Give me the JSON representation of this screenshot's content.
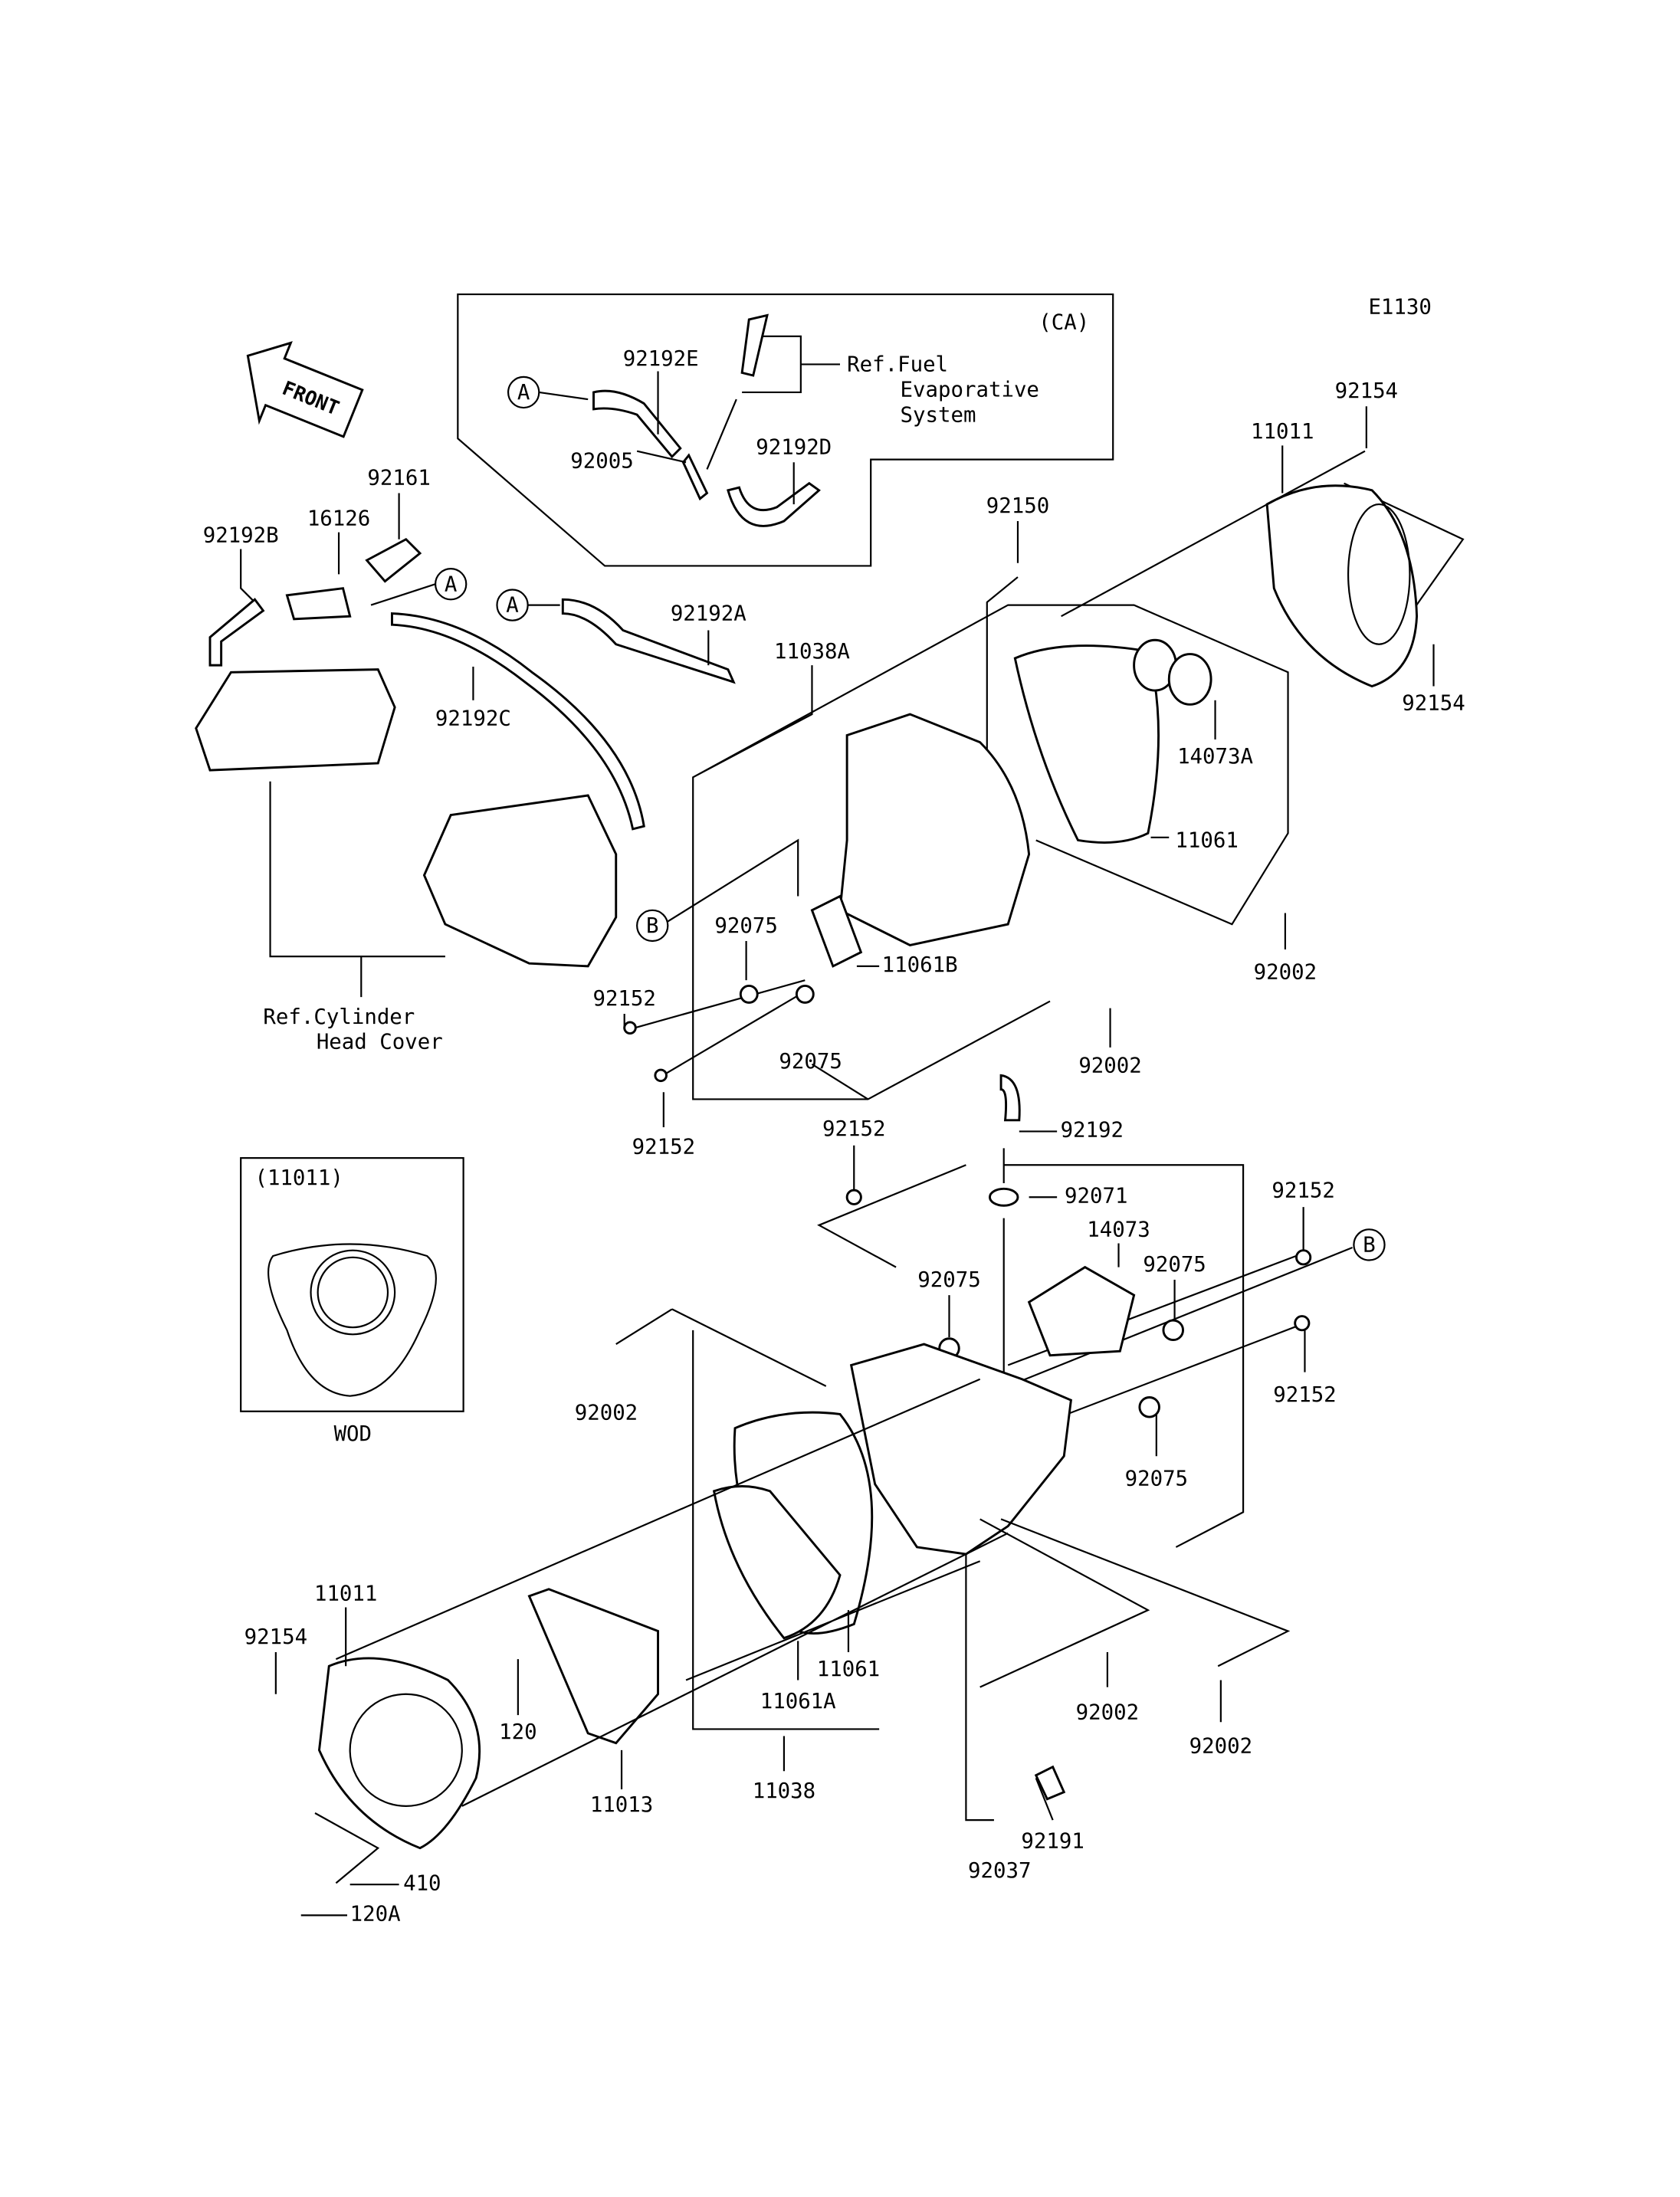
{
  "diagram_code": "E1130",
  "front_arrow": "FRONT",
  "ca_box": {
    "title": "(CA)",
    "ref": [
      "Ref.Fuel",
      "Evaporative",
      "System"
    ],
    "labels": {
      "p92192E": "92192E",
      "p92005": "92005",
      "p92192D": "92192D"
    }
  },
  "connectors": {
    "a": "A",
    "b": "B"
  },
  "cylinder_ref": [
    "Ref.Cylinder",
    "Head Cover"
  ],
  "inset": {
    "title": "(11011)",
    "caption": "WOD"
  },
  "labels": {
    "l92154a": "92154",
    "l11011a": "11011",
    "l92150": "92150",
    "l92161": "92161",
    "l16126": "16126",
    "l92192B": "92192B",
    "l92192A": "92192A",
    "l11038A": "11038A",
    "l92192C": "92192C",
    "l14073A": "14073A",
    "l92154b": "92154",
    "l11061a": "11061",
    "l92075a": "92075",
    "l11061B": "11061B",
    "l92002a": "92002",
    "l92152a": "92152",
    "l92075b": "92075",
    "l92002b": "92002",
    "l92152b": "92152",
    "l92152c": "92152",
    "l92192": "92192",
    "l92071": "92071",
    "l92152d": "92152",
    "l14073": "14073",
    "l92075c": "92075",
    "l92075d": "92075",
    "l92002c": "92002",
    "l92152e": "92152",
    "l92075e": "92075",
    "l11011b": "11011",
    "l92154c": "92154",
    "l120": "120",
    "l11061b": "11061",
    "l11061A": "11061A",
    "l92002d": "92002",
    "l92002e": "92002",
    "l11038": "11038",
    "l11013": "11013",
    "l92191": "92191",
    "l92037": "92037",
    "l410": "410",
    "l120A": "120A"
  }
}
